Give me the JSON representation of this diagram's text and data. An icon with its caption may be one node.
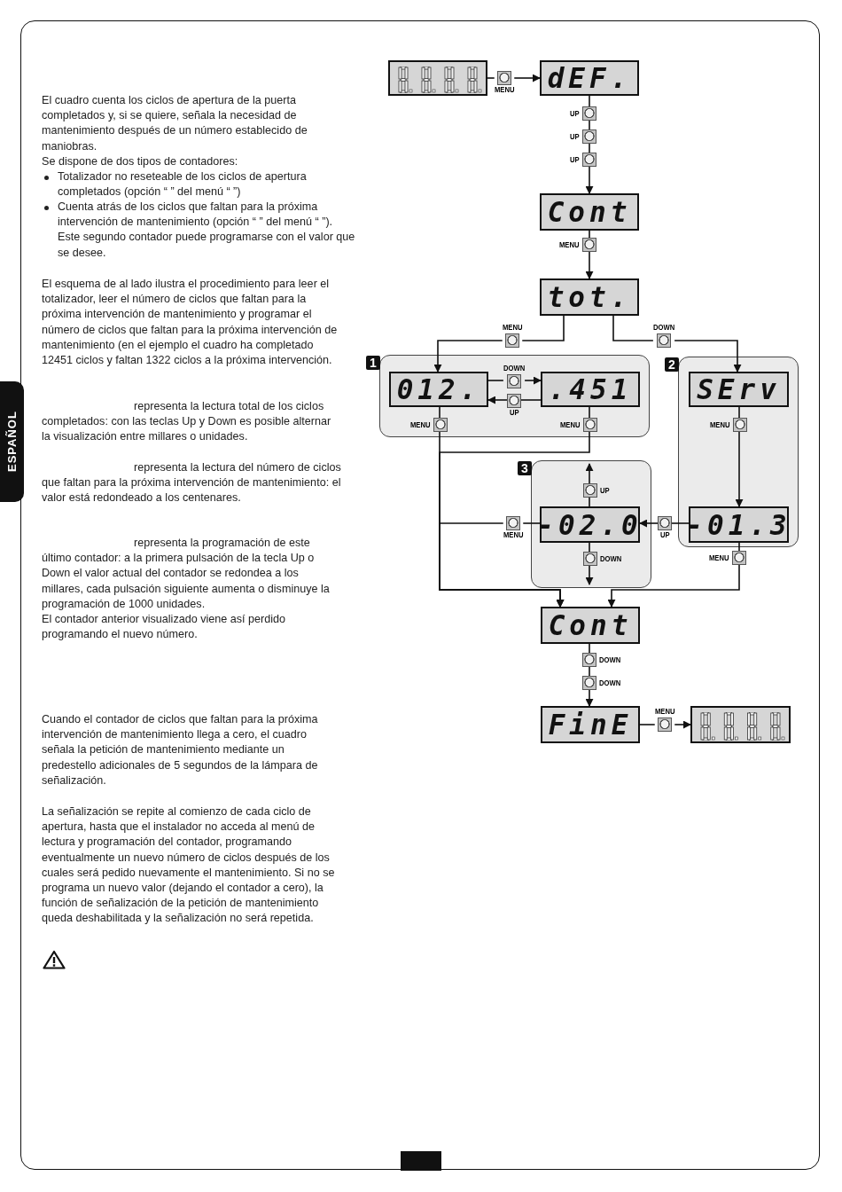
{
  "diagram": {
    "nodes": [
      {
        "text": [],
        "shape": "box"
      },
      {
        "text": [
          "MENU"
        ]
      },
      {
        "text": [
          "dEF."
        ]
      },
      {
        "text": [
          "UP"
        ]
      },
      {
        "text": [
          "UP"
        ]
      },
      {
        "text": [
          "UP"
        ]
      },
      {
        "text": [
          "Cont"
        ]
      },
      {
        "text": [
          "MENU"
        ]
      },
      {
        "text": [
          "tot."
        ]
      },
      {
        "text": [
          "MENU"
        ]
      },
      {
        "text": [
          "DOWN"
        ]
      },
      {
        "text": [
          "1"
        ]
      },
      {
        "text": [
          "012."
        ],
        "in": 11
      },
      {
        "text": [
          "DOWN"
        ],
        "in": 11
      },
      {
        "text": [
          "UP"
        ],
        "in": 11
      },
      {
        "text": [
          ".451"
        ],
        "in": 11
      },
      {
        "text": [
          "MENU"
        ],
        "in": 11
      },
      {
        "text": [
          "MENU"
        ],
        "in": 11
      },
      {
        "text": [
          "2"
        ]
      },
      {
        "text": [
          "SErv"
        ],
        "in": 18
      },
      {
        "text": [
          "MENU"
        ],
        "in": 18
      },
      {
        "text": [
          "-01.3"
        ],
        "in": 18
      },
      {
        "text": [
          "3"
        ]
      },
      {
        "text": [
          "UP"
        ],
        "in": 22
      },
      {
        "text": [
          "-02.0"
        ],
        "in": 22
      },
      {
        "text": [
          "DOWN"
        ],
        "in": 22
      },
      {
        "text": [
          "MENU"
        ]
      },
      {
        "text": [
          "UP"
        ]
      },
      {
        "text": [
          "MENU"
        ]
      },
      {
        "text": [
          "Cont"
        ]
      },
      {
        "text": [
          "DOWN"
        ]
      },
      {
        "text": [
          "DOWN"
        ]
      },
      {
        "text": [
          "FinE"
        ]
      },
      {
        "text": [
          "MENU"
        ]
      },
      {
        "text": [],
        "shape": "box"
      }
    ],
    "edges": [
      {
        "from": 0,
        "to": 1,
        "arrow": "none"
      },
      {
        "from": 1,
        "to": 2,
        "arrow": "to"
      },
      {
        "from": 2,
        "to": 3,
        "arrow": "none"
      },
      {
        "from": 3,
        "to": 4,
        "arrow": "none"
      },
      {
        "from": 4,
        "to": 5,
        "arrow": "none"
      },
      {
        "from": 5,
        "to": 6,
        "arrow": "to"
      },
      {
        "from": 6,
        "to": 7,
        "arrow": "none"
      },
      {
        "from": 7,
        "to": 8,
        "arrow": "to"
      },
      {
        "from": 8,
        "to": 9,
        "arrow": "none"
      },
      {
        "from": 9,
        "to": 12,
        "arrow": "to"
      },
      {
        "from": 8,
        "to": 10,
        "arrow": "none"
      },
      {
        "from": 10,
        "to": 19,
        "arrow": "to"
      },
      {
        "from": 12,
        "to": 13,
        "arrow": "none"
      },
      {
        "from": 13,
        "to": 15,
        "arrow": "to"
      },
      {
        "from": 15,
        "to": 14,
        "arrow": "none"
      },
      {
        "from": 14,
        "to": 12,
        "arrow": "to"
      },
      {
        "from": 12,
        "to": 16,
        "arrow": "none"
      },
      {
        "from": 16,
        "to": 29,
        "arrow": "to"
      },
      {
        "from": 15,
        "to": 17,
        "arrow": "none"
      },
      {
        "from": 17,
        "to": 29,
        "arrow": "to"
      },
      {
        "from": 19,
        "to": 20,
        "arrow": "none"
      },
      {
        "from": 20,
        "to": 21,
        "arrow": "to"
      },
      {
        "from": 21,
        "to": 27,
        "arrow": "none"
      },
      {
        "from": 27,
        "to": 24,
        "arrow": "to"
      },
      {
        "from": 21,
        "to": 28,
        "arrow": "none"
      },
      {
        "from": 28,
        "to": 29,
        "arrow": "to"
      },
      {
        "from": 24,
        "to": 23,
        "arrow": "none"
      },
      {
        "from": 23,
        "to": null,
        "arrow": "to"
      },
      {
        "from": 24,
        "to": 25,
        "arrow": "none"
      },
      {
        "from": 25,
        "to": null,
        "arrow": "to"
      },
      {
        "from": 24,
        "to": 26,
        "arrow": "none"
      },
      {
        "from": 26,
        "to": 29,
        "arrow": "to"
      },
      {
        "from": 29,
        "to": 30,
        "arrow": "none"
      },
      {
        "from": 30,
        "to": 31,
        "arrow": "none"
      },
      {
        "from": 31,
        "to": 32,
        "arrow": "to"
      },
      {
        "from": 32,
        "to": 33,
        "arrow": "none"
      },
      {
        "from": 33,
        "to": 34,
        "arrow": "to"
      }
    ],
    "labels": [
      "El cuadro cuenta los ciclos de apertura de la puerta completados y, si se quiere, señala la necesidad de mantenimiento después de un número establecido de maniobras.",
      "Se dispone de dos tipos de contadores:",
      "Totalizador no reseteable de los ciclos de apertura completados (opción “ ” del menú “ ”)",
      "Cuenta atrás de los ciclos que faltan para la próxima intervención de mantenimiento (opción “ ” del menú “ ”). Este segundo contador puede programarse con el valor que se desee.",
      "El esquema de al lado ilustra el procedimiento para leer el totalizador, leer el número de ciclos que faltan para la próxima intervención de mantenimiento y programar el número de ciclos que faltan para la próxima intervención de mantenimiento (en el ejemplo el cuadro ha completado 12451 ciclos y faltan 1322 ciclos a la próxima intervención.",
      "ESPAÑOL",
      "representa la lectura total de los ciclos completados: con las teclas Up y Down es posible alternar la visualización entre millares o unidades.",
      "representa la lectura del número de ciclos que faltan para la próxima intervención de mantenimiento: el valor está redondeado a los centenares.",
      "representa la programación de este último contador: a la primera pulsación de la tecla Up o Down el valor actual del contador se redondea a los millares, cada pulsación siguiente aumenta o disminuye la programación de 1000 unidades.",
      "El contador anterior visualizado viene así perdido programando el nuevo número.",
      "Cuando el contador de ciclos que faltan para la próxima intervención de mantenimiento llega a cero, el cuadro señala la petición de mantenimiento mediante un predestello adicionales de 5 segundos de la lámpara de señalización.",
      "La señalización se repite al comienzo de cada ciclo de apertura, hasta que el instalador no acceda al menú de lectura y programación del contador, programando eventualmente un nuevo número de ciclos después de los cuales será pedido nuevamente el mantenimiento. Si no se programa un nuevo valor (dejando el contador a cero), la función de señalización de la petición de mantenimiento queda deshabilitada y la señalización no será repetida."
    ]
  }
}
